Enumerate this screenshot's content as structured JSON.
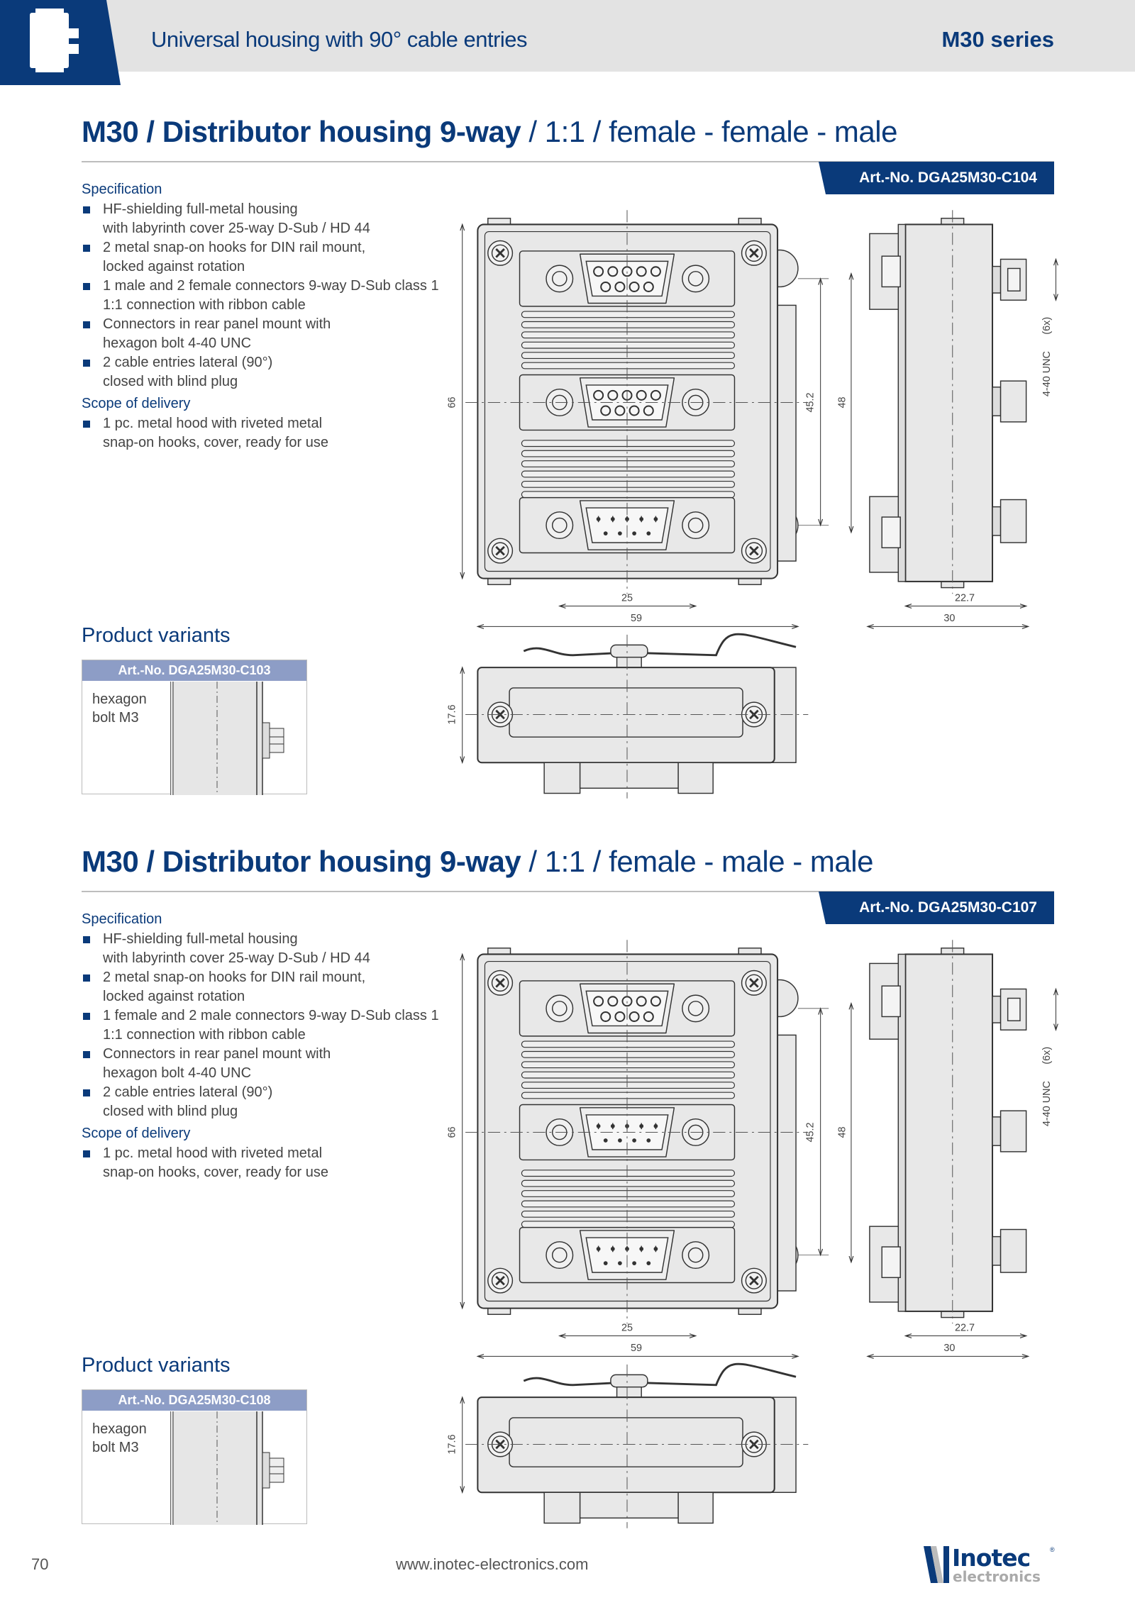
{
  "header": {
    "title": "Universal housing with 90° cable entries",
    "series": "M30 series"
  },
  "sections": [
    {
      "title_bold": "M30 / Distributor housing 9-way",
      "title_light": " / 1:1 / female - female - male",
      "art_no": "Art.-No. DGA25M30-C104",
      "spec_heading": "Specification",
      "spec_items": [
        [
          "HF-shielding full-metal housing",
          "with labyrinth cover 25-way D-Sub / HD 44"
        ],
        [
          "2 metal snap-on hooks for DIN rail mount,",
          "locked against rotation"
        ],
        [
          "1 male and 2 female connectors 9-way D-Sub class 1",
          "1:1 connection with ribbon cable"
        ],
        [
          "Connectors in rear panel mount with",
          "hexagon bolt 4-40 UNC"
        ],
        [
          "2 cable entries lateral (90°)",
          "closed with blind plug"
        ]
      ],
      "scope_heading": "Scope of delivery",
      "scope_items": [
        [
          "1 pc. metal hood with riveted metal",
          "snap-on hooks, cover, ready for use"
        ]
      ],
      "variants_heading": "Product variants",
      "variant_art_no": "Art.-No. DGA25M30-C103",
      "variant_text": [
        "hexagon",
        "bolt M3"
      ],
      "dims": {
        "height": "66",
        "pitch": "45.2",
        "rail": "48",
        "conn": "25",
        "width": "59",
        "depth_inner": "22.7",
        "depth": "30",
        "thread": "4-40 UNC",
        "count": "(6x)",
        "low": "17.6"
      }
    },
    {
      "title_bold": "M30 / Distributor housing 9-way",
      "title_light": " / 1:1 / female - male - male",
      "art_no": "Art.-No. DGA25M30-C107",
      "spec_heading": "Specification",
      "spec_items": [
        [
          "HF-shielding full-metal housing",
          "with labyrinth cover 25-way D-Sub / HD 44"
        ],
        [
          "2 metal snap-on hooks for DIN rail mount,",
          "locked against rotation"
        ],
        [
          "1 female and 2 male connectors 9-way D-Sub class 1",
          "1:1 connection with ribbon cable"
        ],
        [
          "Connectors in rear panel mount with",
          "hexagon bolt 4-40 UNC"
        ],
        [
          "2 cable entries lateral (90°)",
          "closed with blind plug"
        ]
      ],
      "scope_heading": "Scope of delivery",
      "scope_items": [
        [
          "1 pc. metal hood with riveted metal",
          "snap-on hooks, cover, ready for use"
        ]
      ],
      "variants_heading": "Product variants",
      "variant_art_no": "Art.-No. DGA25M30-C108",
      "variant_text": [
        "hexagon",
        "bolt M3"
      ],
      "dims": {
        "height": "66",
        "pitch": "45.2",
        "rail": "48",
        "conn": "25",
        "width": "59",
        "depth_inner": "22.7",
        "depth": "30",
        "thread": "4-40 UNC",
        "count": "(6x)",
        "low": "17.6"
      }
    }
  ],
  "footer": {
    "page": "70",
    "url": "www.inotec-electronics.com",
    "logo_text": "Inotec",
    "logo_sub": "electronics"
  },
  "colors": {
    "brand": "#0a3a7a",
    "header_bg": "#e3e3e3",
    "variant_header": "#8d9dc6"
  }
}
